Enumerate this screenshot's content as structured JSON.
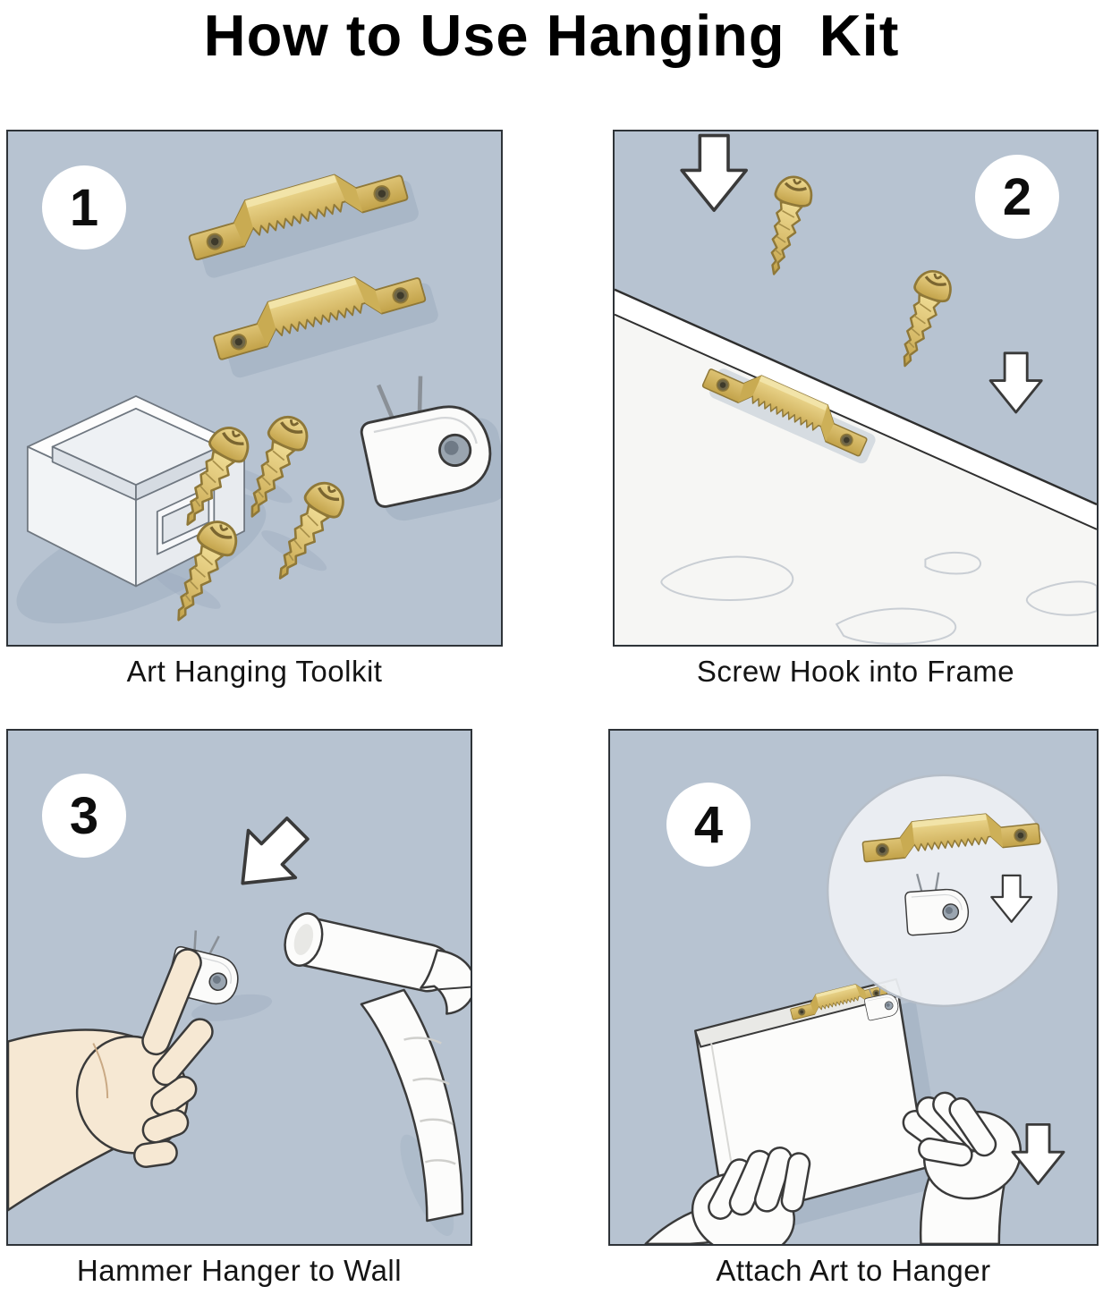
{
  "title": "How to Use Hanging  Kit",
  "panels": [
    {
      "number": "1",
      "caption": "Art Hanging Toolkit",
      "elements": [
        "sawtooth-hanger-icon",
        "sawtooth-hanger-icon",
        "screw-icon",
        "screw-icon",
        "screw-icon",
        "screw-icon",
        "packaging-box-icon",
        "wall-hook-icon"
      ]
    },
    {
      "number": "2",
      "caption": "Screw Hook into Frame",
      "elements": [
        "wood-frame-board",
        "sawtooth-hanger-icon",
        "screw-icon",
        "screw-icon",
        "down-arrow-icon",
        "down-arrow-icon"
      ]
    },
    {
      "number": "3",
      "caption": "Hammer Hanger to Wall",
      "elements": [
        "hand-icon",
        "wall-hook-icon",
        "hammer-icon",
        "down-left-arrow-icon"
      ]
    },
    {
      "number": "4",
      "caption": "Attach Art to Hanger",
      "elements": [
        "canvas-frame",
        "left-hand-icon",
        "right-hand-icon",
        "magnifier-circle",
        "sawtooth-hanger-icon",
        "wall-hook-icon",
        "down-arrow-icon",
        "down-arrow-icon"
      ]
    }
  ],
  "colors": {
    "panel_background": "#b7c3d1",
    "brass": "#d8bc6b",
    "brass_light": "#eeda92",
    "brass_dark": "#c2a249",
    "outline": "#3a3a3a",
    "skin": "#f6e8d3",
    "shadow": "#9cabbd",
    "white_object": "#fcfcfb"
  }
}
